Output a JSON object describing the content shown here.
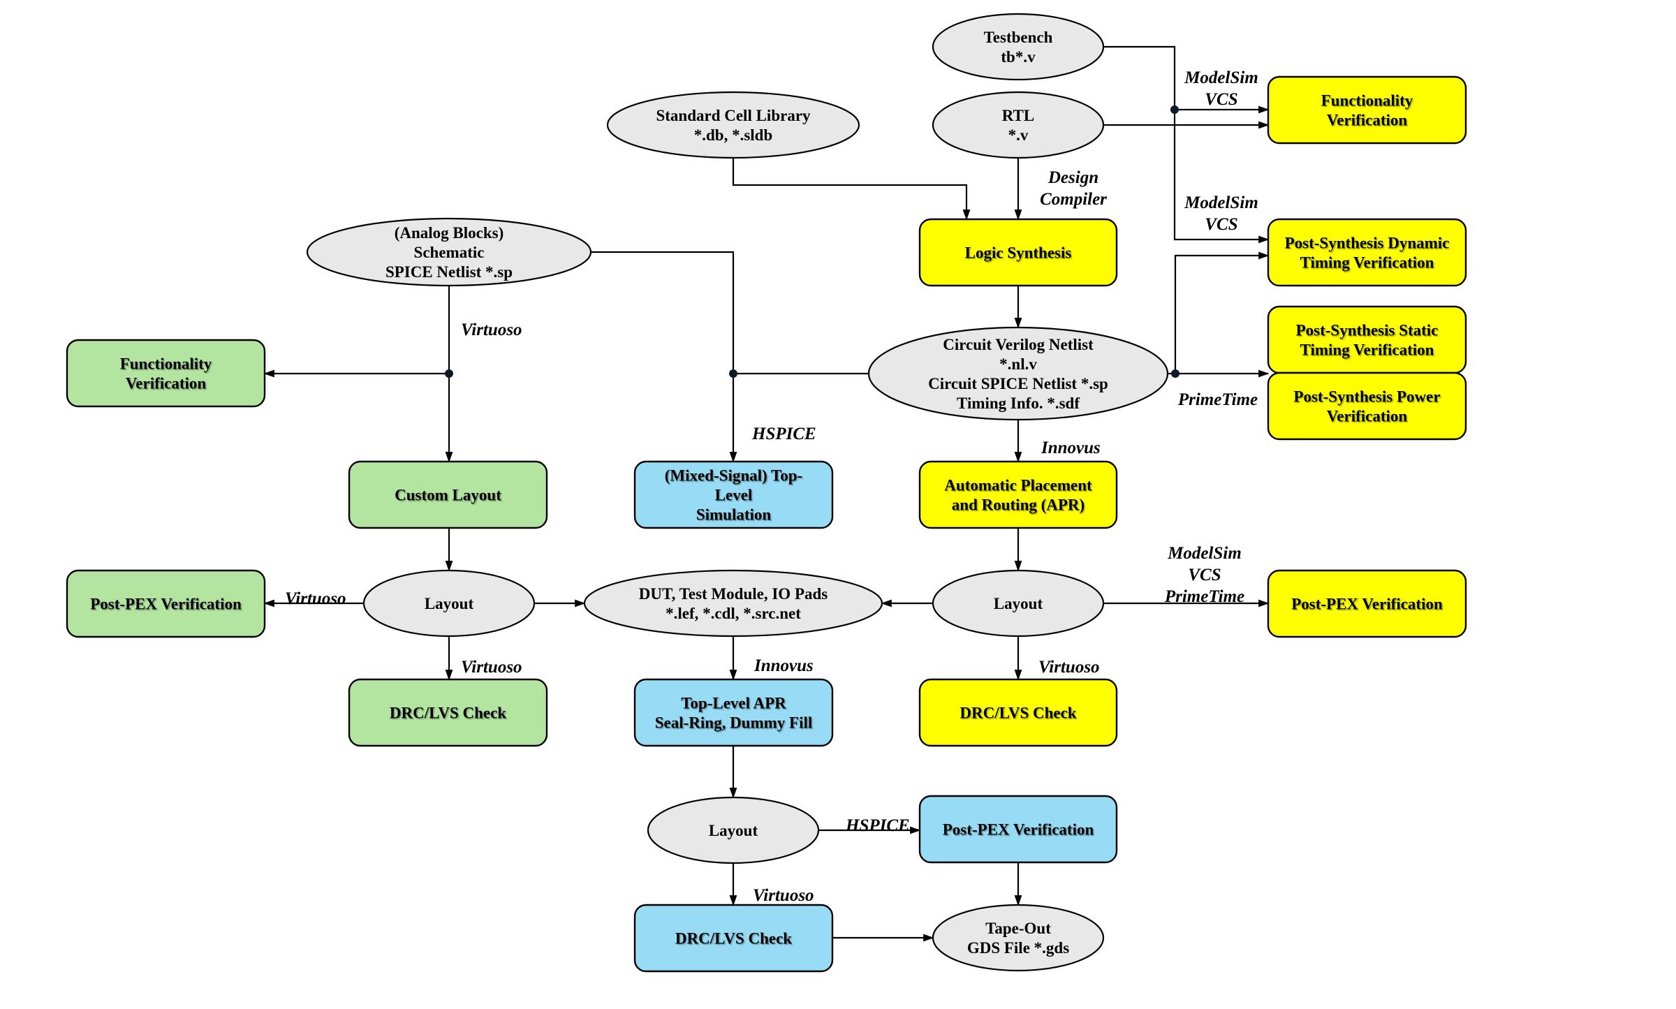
{
  "diagram": {
    "title": "ASIC / Mixed-Signal Design Flow",
    "colors": {
      "digital": "#ffff00",
      "analog": "#b3e5a1",
      "top_level": "#97dbf5",
      "data_file": "#e8e8e8",
      "line": "#000000"
    },
    "nodes": [
      {
        "id": "testbench",
        "shape": "ellipse",
        "group": "data_file",
        "lines": [
          "Testbench",
          "tb*.v"
        ]
      },
      {
        "id": "rtl",
        "shape": "ellipse",
        "group": "data_file",
        "lines": [
          "RTL",
          "*.v"
        ]
      },
      {
        "id": "std_cell_lib",
        "shape": "ellipse",
        "group": "data_file",
        "lines": [
          "Standard Cell Library",
          "*.db, *.sldb"
        ]
      },
      {
        "id": "analog_schematic",
        "shape": "ellipse",
        "group": "data_file",
        "lines": [
          "(Analog Blocks)",
          "Schematic",
          "SPICE Netlist  *.sp"
        ]
      },
      {
        "id": "logic_synthesis",
        "shape": "box",
        "group": "digital",
        "lines": [
          "Logic Synthesis"
        ]
      },
      {
        "id": "circuit_netlist",
        "shape": "ellipse",
        "group": "data_file",
        "lines": [
          "Circuit Verilog Netlist",
          "*.nl.v",
          "Circuit SPICE Netlist  *.sp",
          "Timing Info.  *.sdf"
        ]
      },
      {
        "id": "func_verif_digital",
        "shape": "box",
        "group": "digital",
        "lines": [
          "Functionality",
          "Verification"
        ]
      },
      {
        "id": "ps_dynamic",
        "shape": "box",
        "group": "digital",
        "lines": [
          "Post-Synthesis Dynamic",
          "Timing Verification"
        ]
      },
      {
        "id": "ps_static",
        "shape": "box",
        "group": "digital",
        "lines": [
          "Post-Synthesis Static",
          "Timing Verification"
        ]
      },
      {
        "id": "ps_power",
        "shape": "box",
        "group": "digital",
        "lines": [
          "Post-Synthesis Power",
          "Verification"
        ]
      },
      {
        "id": "func_verif_analog",
        "shape": "box",
        "group": "analog",
        "lines": [
          "Functionality",
          "Verification"
        ]
      },
      {
        "id": "custom_layout",
        "shape": "box",
        "group": "analog",
        "lines": [
          "Custom Layout"
        ]
      },
      {
        "id": "mixed_signal_sim",
        "shape": "box",
        "group": "top_level",
        "lines": [
          "(Mixed-Signal) Top-",
          "Level",
          "Simulation"
        ]
      },
      {
        "id": "apr",
        "shape": "box",
        "group": "digital",
        "lines": [
          "Automatic Placement",
          "and Routing (APR)"
        ]
      },
      {
        "id": "post_pex_analog",
        "shape": "box",
        "group": "analog",
        "lines": [
          "Post-PEX Verification"
        ]
      },
      {
        "id": "layout_analog",
        "shape": "ellipse",
        "group": "data_file",
        "lines": [
          "Layout"
        ]
      },
      {
        "id": "dut_pads",
        "shape": "ellipse",
        "group": "data_file",
        "lines": [
          "DUT, Test Module, IO Pads",
          "*.lef, *.cdl, *.src.net"
        ]
      },
      {
        "id": "layout_digital",
        "shape": "ellipse",
        "group": "data_file",
        "lines": [
          "Layout"
        ]
      },
      {
        "id": "post_pex_digital",
        "shape": "box",
        "group": "digital",
        "lines": [
          "Post-PEX Verification"
        ]
      },
      {
        "id": "drc_lvs_analog",
        "shape": "box",
        "group": "analog",
        "lines": [
          "DRC/LVS Check"
        ]
      },
      {
        "id": "top_level_apr",
        "shape": "box",
        "group": "top_level",
        "lines": [
          "Top-Level APR",
          "Seal-Ring, Dummy Fill"
        ]
      },
      {
        "id": "drc_lvs_digital",
        "shape": "box",
        "group": "digital",
        "lines": [
          "DRC/LVS Check"
        ]
      },
      {
        "id": "layout_top",
        "shape": "ellipse",
        "group": "data_file",
        "lines": [
          "Layout"
        ]
      },
      {
        "id": "post_pex_top",
        "shape": "box",
        "group": "top_level",
        "lines": [
          "Post-PEX Verification"
        ]
      },
      {
        "id": "drc_lvs_top",
        "shape": "box",
        "group": "top_level",
        "lines": [
          "DRC/LVS Check"
        ]
      },
      {
        "id": "tape_out",
        "shape": "ellipse",
        "group": "data_file",
        "lines": [
          "Tape-Out",
          "GDS File *.gds"
        ]
      }
    ],
    "edge_labels": [
      {
        "id": "lbl_modelsim_vcs_1",
        "lines": [
          "ModelSim",
          "VCS"
        ]
      },
      {
        "id": "lbl_design_compiler",
        "lines": [
          "Design",
          "Compiler"
        ]
      },
      {
        "id": "lbl_modelsim_vcs_2",
        "lines": [
          "ModelSim",
          "VCS"
        ]
      },
      {
        "id": "lbl_primetime",
        "lines": [
          "PrimeTime"
        ]
      },
      {
        "id": "lbl_virtuoso_schematic",
        "lines": [
          "Virtuoso"
        ]
      },
      {
        "id": "lbl_hspice_mixed",
        "lines": [
          "HSPICE"
        ]
      },
      {
        "id": "lbl_innovus_apr",
        "lines": [
          "Innovus"
        ]
      },
      {
        "id": "lbl_modelsim_vcs_primetime",
        "lines": [
          "ModelSim",
          "VCS",
          "PrimeTime"
        ]
      },
      {
        "id": "lbl_virtuoso_pex",
        "lines": [
          "Virtuoso"
        ]
      },
      {
        "id": "lbl_virtuoso_drc_analog",
        "lines": [
          "Virtuoso"
        ]
      },
      {
        "id": "lbl_innovus_top",
        "lines": [
          "Innovus"
        ]
      },
      {
        "id": "lbl_virtuoso_drc_digital",
        "lines": [
          "Virtuoso"
        ]
      },
      {
        "id": "lbl_hspice_top",
        "lines": [
          "HSPICE"
        ]
      },
      {
        "id": "lbl_virtuoso_drc_top",
        "lines": [
          "Virtuoso"
        ]
      }
    ],
    "edges": [
      {
        "from": "testbench",
        "to": "func_verif_digital"
      },
      {
        "from": "testbench",
        "to": "ps_dynamic"
      },
      {
        "from": "rtl",
        "to": "func_verif_digital"
      },
      {
        "from": "rtl",
        "to": "logic_synthesis"
      },
      {
        "from": "std_cell_lib",
        "to": "logic_synthesis"
      },
      {
        "from": "logic_synthesis",
        "to": "circuit_netlist"
      },
      {
        "from": "circuit_netlist",
        "to": "ps_dynamic"
      },
      {
        "from": "circuit_netlist",
        "to": "ps_static"
      },
      {
        "from": "circuit_netlist",
        "to": "ps_power"
      },
      {
        "from": "circuit_netlist",
        "to": "mixed_signal_sim"
      },
      {
        "from": "circuit_netlist",
        "to": "apr"
      },
      {
        "from": "analog_schematic",
        "to": "mixed_signal_sim"
      },
      {
        "from": "analog_schematic",
        "to": "func_verif_analog"
      },
      {
        "from": "analog_schematic",
        "to": "custom_layout"
      },
      {
        "from": "custom_layout",
        "to": "layout_analog"
      },
      {
        "from": "apr",
        "to": "layout_digital"
      },
      {
        "from": "layout_analog",
        "to": "post_pex_analog"
      },
      {
        "from": "layout_analog",
        "to": "dut_pads"
      },
      {
        "from": "layout_analog",
        "to": "drc_lvs_analog"
      },
      {
        "from": "layout_digital",
        "to": "dut_pads"
      },
      {
        "from": "layout_digital",
        "to": "post_pex_digital"
      },
      {
        "from": "layout_digital",
        "to": "drc_lvs_digital"
      },
      {
        "from": "dut_pads",
        "to": "top_level_apr"
      },
      {
        "from": "top_level_apr",
        "to": "layout_top"
      },
      {
        "from": "layout_top",
        "to": "post_pex_top"
      },
      {
        "from": "layout_top",
        "to": "drc_lvs_top"
      },
      {
        "from": "post_pex_top",
        "to": "tape_out"
      },
      {
        "from": "drc_lvs_top",
        "to": "tape_out"
      }
    ]
  }
}
